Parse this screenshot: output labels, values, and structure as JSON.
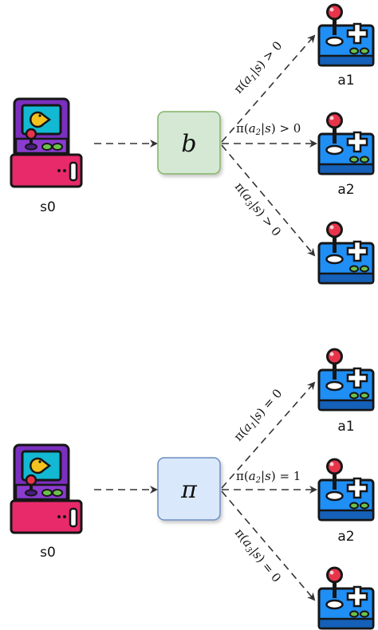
{
  "colors": {
    "b_fill": "#d5e8d4",
    "b_stroke": "#82b366",
    "pi_fill": "#dae8fc",
    "pi_stroke": "#6c8ebf",
    "arcade_body": "#7b2fbf",
    "arcade_base": "#e82a6b",
    "arcade_screen": "#13b8d2",
    "controller": "#1f8ef5",
    "joystick_ball": "#e8344a",
    "button_green": "#6cc24a"
  },
  "icons": {
    "state": "arcade-machine-icon",
    "action": "game-controller-icon"
  },
  "top_diagram": {
    "state_label": "s0",
    "node_symbol": "b",
    "edges": [
      {
        "action": "a",
        "index": "1",
        "cond": "s",
        "rel": "> 0"
      },
      {
        "action": "a",
        "index": "2",
        "cond": "s",
        "rel": "> 0"
      },
      {
        "action": "a",
        "index": "3",
        "cond": "s",
        "rel": "> 0"
      }
    ],
    "action_labels": [
      "a1",
      "a2",
      ""
    ]
  },
  "bottom_diagram": {
    "state_label": "s0",
    "node_symbol": "π",
    "edges": [
      {
        "action": "a",
        "index": "1",
        "cond": "s",
        "rel": "= 0"
      },
      {
        "action": "a",
        "index": "2",
        "cond": "s",
        "rel": "= 1"
      },
      {
        "action": "a",
        "index": "3",
        "cond": "s",
        "rel": "= 0"
      }
    ],
    "action_labels": [
      "a1",
      "a2",
      ""
    ]
  },
  "pi_symbol": "π"
}
